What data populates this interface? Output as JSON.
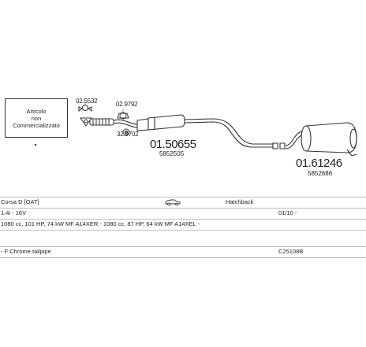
{
  "note": {
    "line1": "Articolo",
    "line2": "non",
    "line3": "Commercializzato"
  },
  "parts": {
    "p1": "02.5532",
    "p2": "02.9792",
    "p3": "32.9702",
    "main_front": "01.50655",
    "main_front_sub": "5852505",
    "main_rear": "01.61246",
    "main_rear_sub": "5852686"
  },
  "info": {
    "model": "Corsa D [OAT]",
    "body": "Hatchback",
    "engine": "1.4i - 16V",
    "date": "01/10 -",
    "spec": "1080 cc, 101 HP, 74 kW MF A14XER - 1080 cc, 87 HP, 64 kW MF A14XEL -",
    "tailpipe": "- F Chrome tailpipe",
    "code": "C25108B"
  },
  "icons": {
    "body_type": "car-side-icon"
  }
}
